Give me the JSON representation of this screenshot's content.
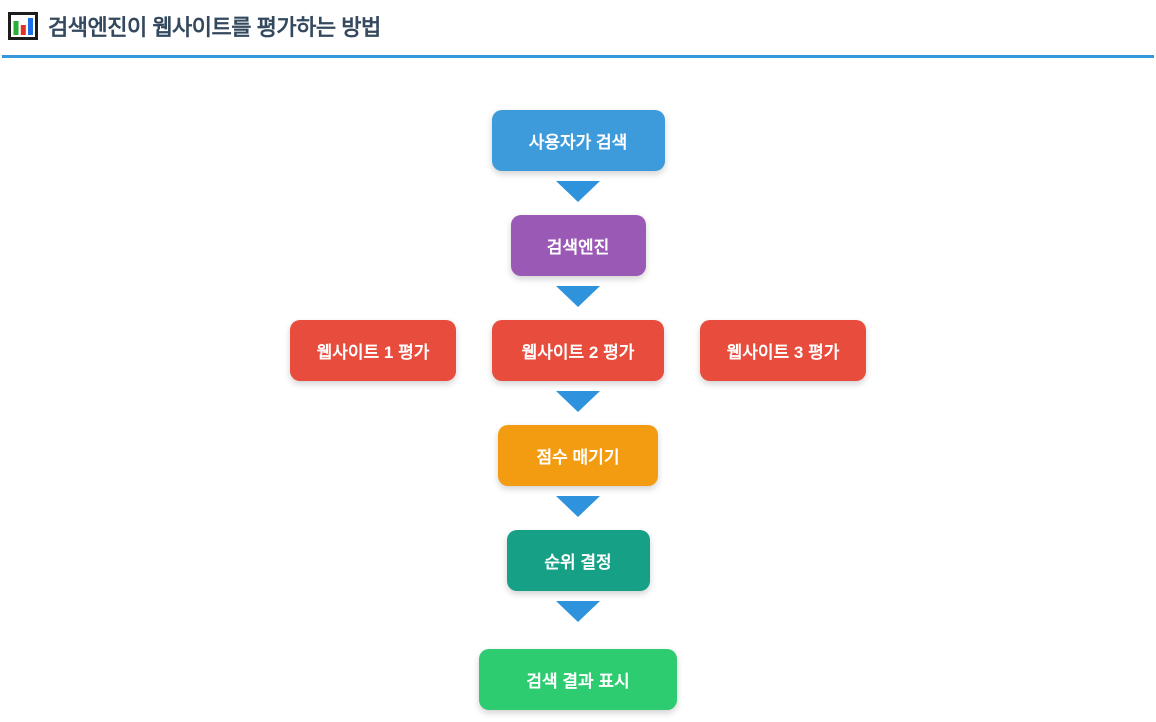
{
  "header": {
    "title": "검색엔진이 웹사이트를 평가하는 방법",
    "icon": "bar-chart-icon",
    "title_color": "#34495E",
    "divider_color": "#3498DB"
  },
  "flow": {
    "arrow_color": "#2E93DC",
    "steps": {
      "user_search": {
        "label": "사용자가 검색",
        "color": "#3D9BDB"
      },
      "search_engine": {
        "label": "검색엔진",
        "color": "#9B59B6"
      },
      "website1": {
        "label": "웹사이트 1 평가",
        "color": "#E74C3C"
      },
      "website2": {
        "label": "웹사이트 2 평가",
        "color": "#E74C3C"
      },
      "website3": {
        "label": "웹사이트 3 평가",
        "color": "#E74C3C"
      },
      "scoring": {
        "label": "점수 매기기",
        "color": "#F39C12"
      },
      "ranking": {
        "label": "순위 결정",
        "color": "#16A085"
      },
      "results": {
        "label": "검색 결과 표시",
        "color": "#2ECC71"
      }
    }
  }
}
